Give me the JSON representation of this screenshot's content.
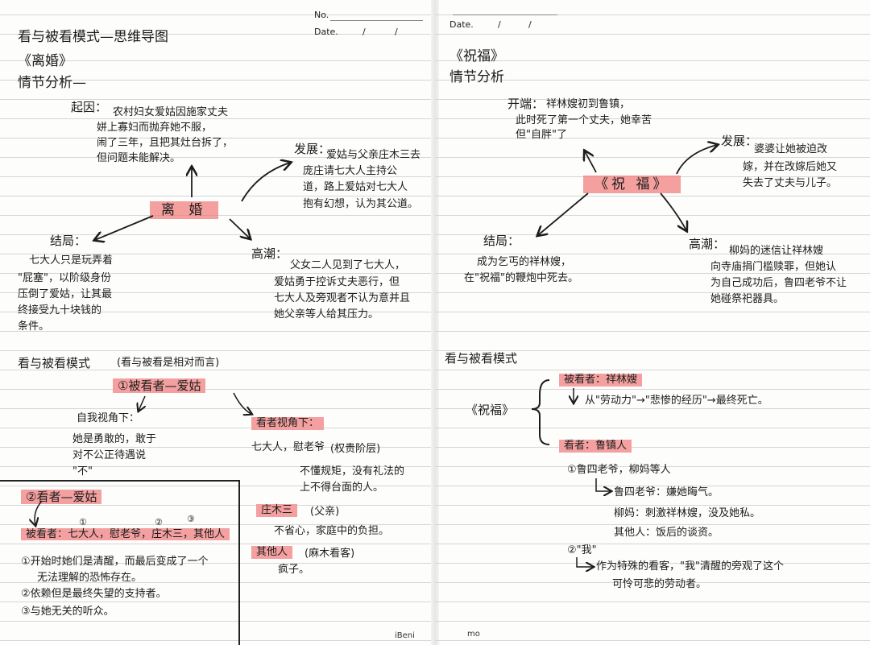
{
  "left": {
    "header_no": "No.",
    "header_date": "Date.",
    "header_slash1": "/",
    "header_slash2": "/",
    "title": "看与被看模式—思维导图",
    "book": "《离婚》",
    "section1": "情节分析—",
    "cause_label": "起因：",
    "cause_lines": [
      "农村妇女爱姑因施家丈夫",
      "姘上寡妇而抛弃她不服，",
      "闹了三年，且把其灶台拆了，",
      "但问题未能解决。"
    ],
    "center_node": "离 婚",
    "develop_label": "发展：",
    "develop_lines": [
      "爱姑与父亲庄木三去",
      "庞庄请七大人主持公",
      "道，路上爱姑对七大人",
      "抱有幻想，认为其公道。"
    ],
    "ending_label": "结局：",
    "ending_lines": [
      "七大人只是玩弄着",
      "\"屁塞\"，以阶级身份",
      "压倒了爱姑，让其最",
      "终接受九十块钱的",
      "条件。"
    ],
    "climax_label": "高潮：",
    "climax_lines": [
      "父女二人见到了七大人，",
      "爱姑勇于控诉丈夫恶行，但",
      "七大人及旁观者不认为意并且",
      "她父亲等人给其压力。"
    ],
    "mode_title": "看与被看模式",
    "mode_note": "(看与被看是相对而言)",
    "item1": "①被看者—爱姑",
    "self_view_label": "自我视角下：",
    "self_view_lines": [
      "她是勇敢的，敢于",
      "对不公正待遇说",
      "\"不\""
    ],
    "viewer_label": "看者视角下：",
    "viewer_group": "七大人，慰老爷",
    "viewer_group_note": "(权贵阶层)",
    "viewer_group_desc": [
      "不懂规矩，没有礼法的",
      "上不得台面的人。"
    ],
    "zhuang": "庄木三",
    "zhuang_note": "(父亲)",
    "zhuang_desc": "不省心，家庭中的负担。",
    "others": "其他人",
    "others_note": "(麻木看客)",
    "others_desc": "疯子。",
    "item2": "②看者—爱姑",
    "viewed_line": "被看者：七大人，慰老爷，庄木三，其他人",
    "num_marks": [
      "①",
      "②",
      "③"
    ],
    "points": [
      "①开始时她们是清醒，而最后变成了一个",
      "无法理解的恐怖存在。",
      "②依赖但是最终失望的支持者。",
      "③与她无关的听众。"
    ],
    "footer": "iBeni"
  },
  "right": {
    "header_date": "Date.",
    "header_slash1": "/",
    "header_slash2": "/",
    "book": "《祝福》",
    "section1": "情节分析",
    "start_label": "开端：",
    "start_lines": [
      "祥林嫂初到鲁镇，",
      "此时死了第一个丈夫，她幸苦",
      "但\"自胖\"了"
    ],
    "center_node": "《祝 福》",
    "develop_label": "发展：",
    "develop_lines": [
      "婆婆让她被迫改",
      "嫁，并在改嫁后她又",
      "失去了丈夫与儿子。"
    ],
    "ending_label": "结局：",
    "ending_lines": [
      "成为乞丐的祥林嫂，",
      "在\"祝福\"的鞭炮中死去。"
    ],
    "climax_label": "高潮：",
    "climax_lines": [
      "柳妈的迷信让祥林嫂",
      "向寺庙捐门槛赎罪，但她认",
      "为自己成功后，鲁四老爷不让",
      "她碰祭祀器具。"
    ],
    "mode_title": "看与被看模式",
    "mode_book": "《祝福》",
    "viewed_label": "被看者：祥林嫂",
    "viewed_path": "从\"劳动力\"→\"悲惨的经历\"→最终死亡。",
    "viewer_label": "看者：鲁镇人",
    "viewer_item1": "①鲁四老爷，柳妈等人",
    "viewer_sub": [
      "鲁四老爷：嫌她晦气。",
      "柳妈：刺激祥林嫂，没及她私。",
      "其他人：饭后的谈资。"
    ],
    "viewer_item2": "②\"我\"",
    "viewer_item2_lines": [
      "作为特殊的看客，\"我\"清醒的旁观了这个",
      "可怜可悲的劳动者。"
    ],
    "footer": "mo"
  },
  "colors": {
    "highlight": "#f4a0a0",
    "ink": "#1c1c1c",
    "rule": "#d6d6d6"
  }
}
